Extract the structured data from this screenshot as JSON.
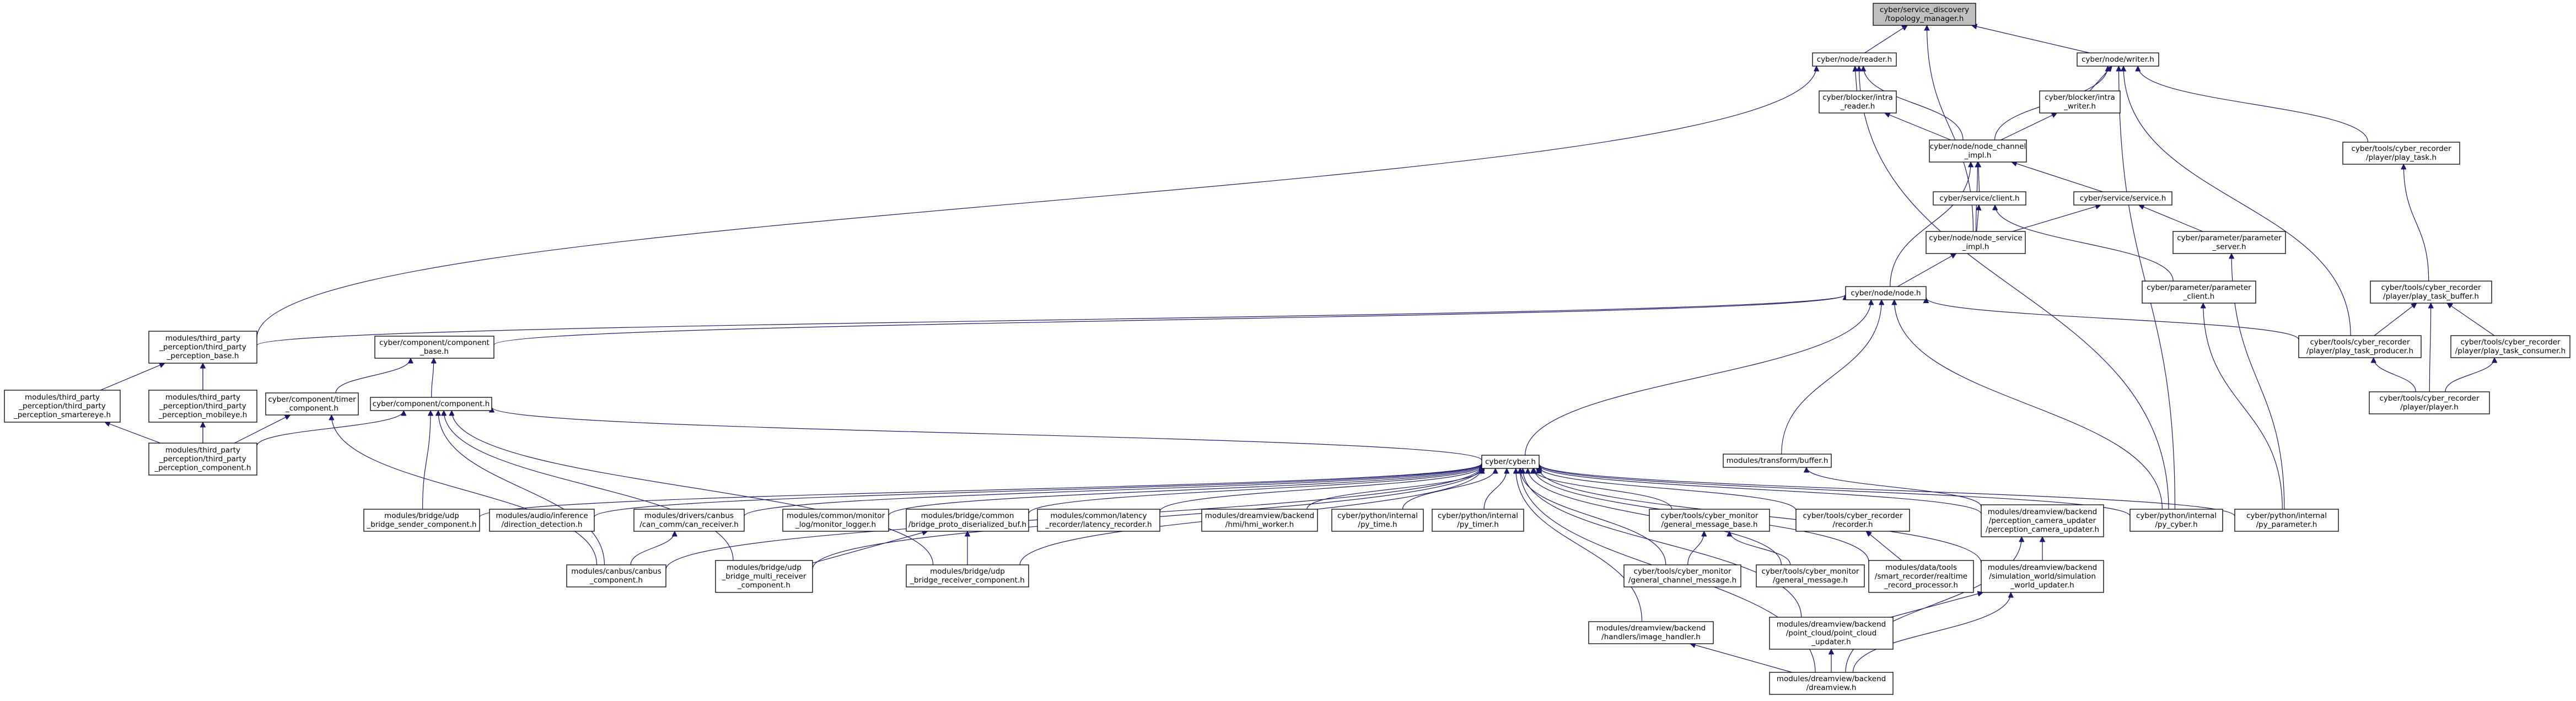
{
  "colors": {
    "edge": "#191970",
    "root_fill": "#bfbfbf",
    "node_fill": "#ffffff",
    "node_border": "#000000",
    "incomplete_border": "#ff0000",
    "text": "#000000"
  },
  "nodes": [
    {
      "id": "topology_manager",
      "lines": [
        "cyber/service_discovery",
        "/topology_manager.h"
      ],
      "kind": "root"
    },
    {
      "id": "reader",
      "lines": [
        "cyber/node/reader.h"
      ],
      "kind": "normal"
    },
    {
      "id": "writer",
      "lines": [
        "cyber/node/writer.h"
      ],
      "kind": "normal"
    },
    {
      "id": "intra_reader",
      "lines": [
        "cyber/blocker/intra",
        "_reader.h"
      ],
      "kind": "normal"
    },
    {
      "id": "intra_writer",
      "lines": [
        "cyber/blocker/intra",
        "_writer.h"
      ],
      "kind": "normal"
    },
    {
      "id": "node_channel_impl",
      "lines": [
        "cyber/node/node_channel",
        "_impl.h"
      ],
      "kind": "normal"
    },
    {
      "id": "play_task",
      "lines": [
        "cyber/tools/cyber_recorder",
        "/player/play_task.h"
      ],
      "kind": "normal"
    },
    {
      "id": "client",
      "lines": [
        "cyber/service/client.h"
      ],
      "kind": "normal"
    },
    {
      "id": "service",
      "lines": [
        "cyber/service/service.h"
      ],
      "kind": "normal"
    },
    {
      "id": "parameter_server",
      "lines": [
        "cyber/parameter/parameter",
        "_server.h"
      ],
      "kind": "normal"
    },
    {
      "id": "node_service_impl",
      "lines": [
        "cyber/node/node_service",
        "_impl.h"
      ],
      "kind": "normal"
    },
    {
      "id": "play_task_buffer",
      "lines": [
        "cyber/tools/cyber_recorder",
        "/player/play_task_buffer.h"
      ],
      "kind": "normal"
    },
    {
      "id": "node",
      "lines": [
        "cyber/node/node.h"
      ],
      "kind": "normal"
    },
    {
      "id": "parameter_client",
      "lines": [
        "cyber/parameter/parameter",
        "_client.h"
      ],
      "kind": "normal"
    },
    {
      "id": "tpp_base",
      "lines": [
        "modules/third_party",
        "_perception/third_party",
        "_perception_base.h"
      ],
      "kind": "normal"
    },
    {
      "id": "component_base",
      "lines": [
        "cyber/component/component",
        "_base.h"
      ],
      "kind": "normal"
    },
    {
      "id": "play_task_producer",
      "lines": [
        "cyber/tools/cyber_recorder",
        "/player/play_task_producer.h"
      ],
      "kind": "normal"
    },
    {
      "id": "play_task_consumer",
      "lines": [
        "cyber/tools/cyber_recorder",
        "/player/play_task_consumer.h"
      ],
      "kind": "normal"
    },
    {
      "id": "tpp_smartereye",
      "lines": [
        "modules/third_party",
        "_perception/third_party",
        "_perception_smartereye.h"
      ],
      "kind": "normal"
    },
    {
      "id": "tpp_mobileye",
      "lines": [
        "modules/third_party",
        "_perception/third_party",
        "_perception_mobileye.h"
      ],
      "kind": "normal"
    },
    {
      "id": "timer_component",
      "lines": [
        "cyber/component/timer",
        "_component.h"
      ],
      "kind": "red"
    },
    {
      "id": "component",
      "lines": [
        "cyber/component/component.h"
      ],
      "kind": "red"
    },
    {
      "id": "player",
      "lines": [
        "cyber/tools/cyber_recorder",
        "/player/player.h"
      ],
      "kind": "normal"
    },
    {
      "id": "tpp_component",
      "lines": [
        "modules/third_party",
        "_perception/third_party",
        "_perception_component.h"
      ],
      "kind": "normal"
    },
    {
      "id": "transform_buffer",
      "lines": [
        "modules/transform/buffer.h"
      ],
      "kind": "red"
    },
    {
      "id": "cyber",
      "lines": [
        "cyber/cyber.h"
      ],
      "kind": "red"
    },
    {
      "id": "udp_bridge_sender",
      "lines": [
        "modules/bridge/udp",
        "_bridge_sender_component.h"
      ],
      "kind": "normal"
    },
    {
      "id": "direction_detection",
      "lines": [
        "modules/audio/inference",
        "/direction_detection.h"
      ],
      "kind": "red"
    },
    {
      "id": "can_receiver",
      "lines": [
        "modules/drivers/canbus",
        "/can_comm/can_receiver.h"
      ],
      "kind": "red"
    },
    {
      "id": "monitor_logger",
      "lines": [
        "modules/common/monitor",
        "_log/monitor_logger.h"
      ],
      "kind": "red"
    },
    {
      "id": "bridge_proto_buf",
      "lines": [
        "modules/bridge/common",
        "/bridge_proto_diserialized_buf.h"
      ],
      "kind": "red"
    },
    {
      "id": "latency_recorder",
      "lines": [
        "modules/common/latency",
        "_recorder/latency_recorder.h"
      ],
      "kind": "normal"
    },
    {
      "id": "hmi_worker",
      "lines": [
        "modules/dreamview/backend",
        "/hmi/hmi_worker.h"
      ],
      "kind": "red"
    },
    {
      "id": "py_time",
      "lines": [
        "cyber/python/internal",
        "/py_time.h"
      ],
      "kind": "normal"
    },
    {
      "id": "py_timer",
      "lines": [
        "cyber/python/internal",
        "/py_timer.h"
      ],
      "kind": "normal"
    },
    {
      "id": "general_message_base",
      "lines": [
        "cyber/tools/cyber_monitor",
        "/general_message_base.h"
      ],
      "kind": "normal"
    },
    {
      "id": "recorder",
      "lines": [
        "cyber/tools/cyber_recorder",
        "/recorder.h"
      ],
      "kind": "normal"
    },
    {
      "id": "perception_camera_updater",
      "lines": [
        "modules/dreamview/backend",
        "/perception_camera_updater",
        "/perception_camera_updater.h"
      ],
      "kind": "normal"
    },
    {
      "id": "py_cyber",
      "lines": [
        "cyber/python/internal",
        "/py_cyber.h"
      ],
      "kind": "normal"
    },
    {
      "id": "py_parameter",
      "lines": [
        "cyber/python/internal",
        "/py_parameter.h"
      ],
      "kind": "normal"
    },
    {
      "id": "canbus_component",
      "lines": [
        "modules/canbus/canbus",
        "_component.h"
      ],
      "kind": "normal"
    },
    {
      "id": "udp_bridge_multi",
      "lines": [
        "modules/bridge/udp",
        "_bridge_multi_receiver",
        "_component.h"
      ],
      "kind": "normal"
    },
    {
      "id": "udp_bridge_receiver",
      "lines": [
        "modules/bridge/udp",
        "_bridge_receiver_component.h"
      ],
      "kind": "normal"
    },
    {
      "id": "general_channel_message",
      "lines": [
        "cyber/tools/cyber_monitor",
        "/general_channel_message.h"
      ],
      "kind": "normal"
    },
    {
      "id": "general_message",
      "lines": [
        "cyber/tools/cyber_monitor",
        "/general_message.h"
      ],
      "kind": "normal"
    },
    {
      "id": "realtime_record_processor",
      "lines": [
        "modules/data/tools",
        "/smart_recorder/realtime",
        "_record_processor.h"
      ],
      "kind": "normal"
    },
    {
      "id": "simulation_world_updater",
      "lines": [
        "modules/dreamview/backend",
        "/simulation_world/simulation",
        "_world_updater.h"
      ],
      "kind": "normal"
    },
    {
      "id": "point_cloud_updater",
      "lines": [
        "modules/dreamview/backend",
        "/point_cloud/point_cloud",
        "_updater.h"
      ],
      "kind": "normal"
    },
    {
      "id": "image_handler",
      "lines": [
        "modules/dreamview/backend",
        "/handlers/image_handler.h"
      ],
      "kind": "normal"
    },
    {
      "id": "dreamview",
      "lines": [
        "modules/dreamview/backend",
        "/dreamview.h"
      ],
      "kind": "normal"
    }
  ],
  "edges": [
    [
      "reader",
      "topology_manager"
    ],
    [
      "writer",
      "topology_manager"
    ],
    [
      "node_service_impl",
      "topology_manager"
    ],
    [
      "intra_reader",
      "reader"
    ],
    [
      "node_channel_impl",
      "reader"
    ],
    [
      "tpp_base",
      "reader"
    ],
    [
      "py_cyber",
      "reader"
    ],
    [
      "intra_writer",
      "writer"
    ],
    [
      "node_channel_impl",
      "writer"
    ],
    [
      "play_task",
      "writer"
    ],
    [
      "play_task_producer",
      "writer"
    ],
    [
      "py_cyber",
      "writer"
    ],
    [
      "node_channel_impl",
      "intra_reader"
    ],
    [
      "node_channel_impl",
      "intra_writer"
    ],
    [
      "client",
      "node_channel_impl"
    ],
    [
      "service",
      "node_channel_impl"
    ],
    [
      "node_service_impl",
      "node_channel_impl"
    ],
    [
      "node",
      "node_channel_impl"
    ],
    [
      "play_task_buffer",
      "play_task"
    ],
    [
      "node_service_impl",
      "client"
    ],
    [
      "parameter_client",
      "client"
    ],
    [
      "node_service_impl",
      "service"
    ],
    [
      "parameter_server",
      "service"
    ],
    [
      "py_parameter",
      "parameter_server"
    ],
    [
      "node",
      "node_service_impl"
    ],
    [
      "play_task_producer",
      "play_task_buffer"
    ],
    [
      "play_task_consumer",
      "play_task_buffer"
    ],
    [
      "player",
      "play_task_buffer"
    ],
    [
      "tpp_base",
      "node"
    ],
    [
      "component_base",
      "node"
    ],
    [
      "play_task_producer",
      "node"
    ],
    [
      "transform_buffer",
      "node"
    ],
    [
      "cyber",
      "node"
    ],
    [
      "py_cyber",
      "node"
    ],
    [
      "py_parameter",
      "parameter_client"
    ],
    [
      "tpp_smartereye",
      "tpp_base"
    ],
    [
      "tpp_mobileye",
      "tpp_base"
    ],
    [
      "tpp_component",
      "tpp_base"
    ],
    [
      "timer_component",
      "component_base"
    ],
    [
      "component",
      "component_base"
    ],
    [
      "player",
      "play_task_producer"
    ],
    [
      "player",
      "play_task_consumer"
    ],
    [
      "tpp_component",
      "tpp_smartereye"
    ],
    [
      "tpp_component",
      "tpp_mobileye"
    ],
    [
      "tpp_component",
      "timer_component"
    ],
    [
      "canbus_component",
      "timer_component"
    ],
    [
      "tpp_component",
      "component"
    ],
    [
      "udp_bridge_sender",
      "component"
    ],
    [
      "udp_bridge_multi",
      "component"
    ],
    [
      "udp_bridge_receiver",
      "component"
    ],
    [
      "canbus_component",
      "component"
    ],
    [
      "cyber",
      "component"
    ],
    [
      "perception_camera_updater",
      "transform_buffer"
    ],
    [
      "udp_bridge_sender",
      "cyber"
    ],
    [
      "direction_detection",
      "cyber"
    ],
    [
      "can_receiver",
      "cyber"
    ],
    [
      "monitor_logger",
      "cyber"
    ],
    [
      "bridge_proto_buf",
      "cyber"
    ],
    [
      "latency_recorder",
      "cyber"
    ],
    [
      "hmi_worker",
      "cyber"
    ],
    [
      "py_time",
      "cyber"
    ],
    [
      "py_timer",
      "cyber"
    ],
    [
      "general_message_base",
      "cyber"
    ],
    [
      "recorder",
      "cyber"
    ],
    [
      "perception_camera_updater",
      "cyber"
    ],
    [
      "py_cyber",
      "cyber"
    ],
    [
      "py_parameter",
      "cyber"
    ],
    [
      "canbus_component",
      "cyber"
    ],
    [
      "udp_bridge_multi",
      "cyber"
    ],
    [
      "udp_bridge_receiver",
      "cyber"
    ],
    [
      "general_channel_message",
      "cyber"
    ],
    [
      "general_message",
      "cyber"
    ],
    [
      "realtime_record_processor",
      "cyber"
    ],
    [
      "simulation_world_updater",
      "cyber"
    ],
    [
      "point_cloud_updater",
      "cyber"
    ],
    [
      "image_handler",
      "cyber"
    ],
    [
      "dreamview",
      "cyber"
    ],
    [
      "canbus_component",
      "can_receiver"
    ],
    [
      "udp_bridge_multi",
      "bridge_proto_buf"
    ],
    [
      "udp_bridge_receiver",
      "bridge_proto_buf"
    ],
    [
      "general_channel_message",
      "general_message_base"
    ],
    [
      "general_message",
      "general_message_base"
    ],
    [
      "realtime_record_processor",
      "recorder"
    ],
    [
      "simulation_world_updater",
      "perception_camera_updater"
    ],
    [
      "dreamview",
      "perception_camera_updater"
    ],
    [
      "point_cloud_updater",
      "simulation_world_updater"
    ],
    [
      "dreamview",
      "simulation_world_updater"
    ],
    [
      "dreamview",
      "point_cloud_updater"
    ],
    [
      "dreamview",
      "image_handler"
    ]
  ]
}
